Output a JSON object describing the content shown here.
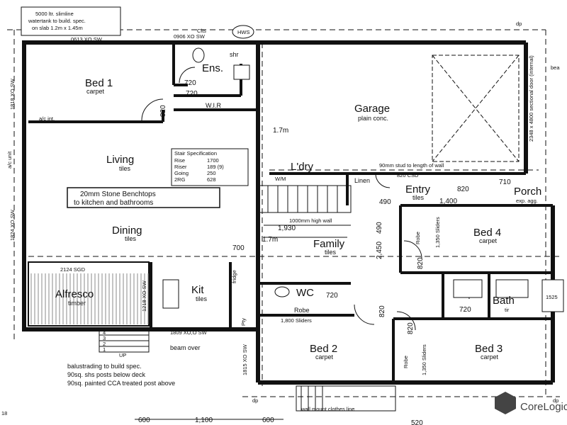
{
  "tank_note": [
    "5000 ltr. slimline",
    "watertank to build. spec.",
    "on slab 1.2m x 1.45m"
  ],
  "hws": "HWS",
  "top_codes": [
    "0906 XO SW",
    "0613 XO SW",
    "Clts"
  ],
  "rooms": {
    "bed1": "Bed 1",
    "bed1_floor": "carpet",
    "ens": "Ens.",
    "wir": "W.I.R",
    "shr": "shr",
    "living": "Living",
    "living_floor": "tiles",
    "dining": "Dining",
    "dining_floor": "tiles",
    "garage": "Garage",
    "garage_floor": "plain conc.",
    "laundry": "L'dry",
    "linen": "Linen",
    "wm": "W/M",
    "entry": "Entry",
    "entry_floor": "tiles",
    "porch": "Porch",
    "porch_floor": "exp. agg.",
    "bed4": "Bed 4",
    "bed4_floor": "carpet",
    "family": "Family",
    "family_floor": "tiles",
    "alfresco": "Alfresco",
    "alfresco_floor": "timber",
    "kit": "Kit",
    "kit_floor": "tiles",
    "wc": "WC",
    "robe": "Robe",
    "robe_sliders": "1,800 Sliders",
    "bath": "Bath",
    "bath_floor": "tir",
    "bed2": "Bed 2",
    "bed2_floor": "carpet",
    "bed3": "Bed 3",
    "bed3_floor": "carpet",
    "robe_v": "Robe",
    "sliders_v": "1,350 Sliders",
    "pty": "Pty",
    "fridge": "fridge",
    "ac_int": "a/c int.",
    "ac_unit": "a/c unit"
  },
  "stair_spec": {
    "title": "Stair Specification",
    "rows": [
      [
        "Rise",
        "1700"
      ],
      [
        "Riser",
        "189 (9)"
      ],
      [
        "Going",
        "250"
      ],
      [
        "2RG",
        "628"
      ]
    ]
  },
  "benchtop_note": [
    "20mm Stone Benchtops",
    "to kitchen and bathrooms"
  ],
  "dimensions": {
    "d720a": "720",
    "d720b": "720",
    "d720c": "720",
    "d720d": "720",
    "d820a": "820",
    "d820b": "820",
    "d820c": "820",
    "d820d": "820",
    "d820e": "820",
    "d820csd": "820 CSD",
    "d710": "710",
    "d1400": "1,400",
    "d490": "490",
    "d490v": "490",
    "d1_7m_a": "1.7m",
    "d1_7m_b": "1.7m",
    "d1930": "1,930",
    "d700": "700",
    "d2450": "2,450",
    "d2124": "2124 SGD",
    "d1809": "1809 XO,O SW",
    "d1525": "1525",
    "d600a": "600",
    "d1100": "1,100",
    "d600b": "600",
    "d520": "520",
    "stud_note": "90mm stud to length of wall",
    "wall_note": "1000mm high wall",
    "garage_door": "2348 x 4800 sectional door (internal)",
    "bea": "bea",
    "side_codes": [
      "1818 XO SW",
      "1824 XO SW",
      "1218 XO SW",
      "1815 XO SW"
    ]
  },
  "notes": [
    "balustrading to build spec.",
    "90sq. shs posts below deck",
    "90sq. painted CCA treated post above"
  ],
  "beam_note": "beam over",
  "clothes_line": "wall mount clothes line",
  "up": "UP",
  "stairs": [
    "4",
    "3",
    "2",
    "1"
  ],
  "dp": [
    "dp",
    "dp",
    "dp"
  ],
  "watermark": "CoreLogic",
  "corner_number": "18"
}
